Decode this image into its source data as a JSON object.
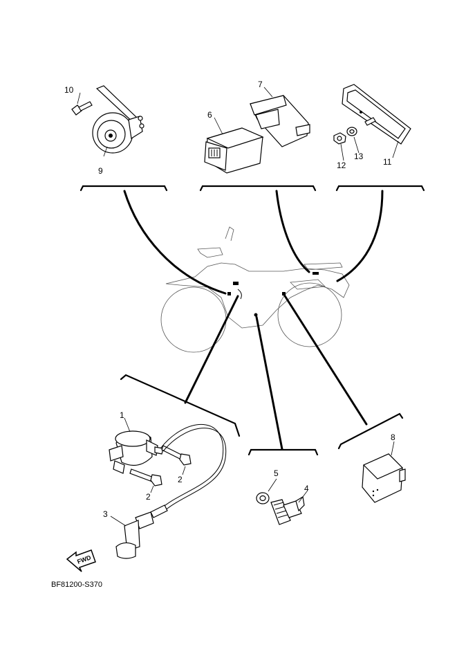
{
  "diagram": {
    "callouts": {
      "p1": "1",
      "p2a": "2",
      "p2b": "2",
      "p3": "3",
      "p4": "4",
      "p5": "5",
      "p6": "6",
      "p7": "7",
      "p8": "8",
      "p9": "9",
      "p10": "10",
      "p11": "11",
      "p12": "12",
      "p13": "13"
    },
    "fwd_label": "FWD",
    "figure_code": "BF81200-S370"
  }
}
